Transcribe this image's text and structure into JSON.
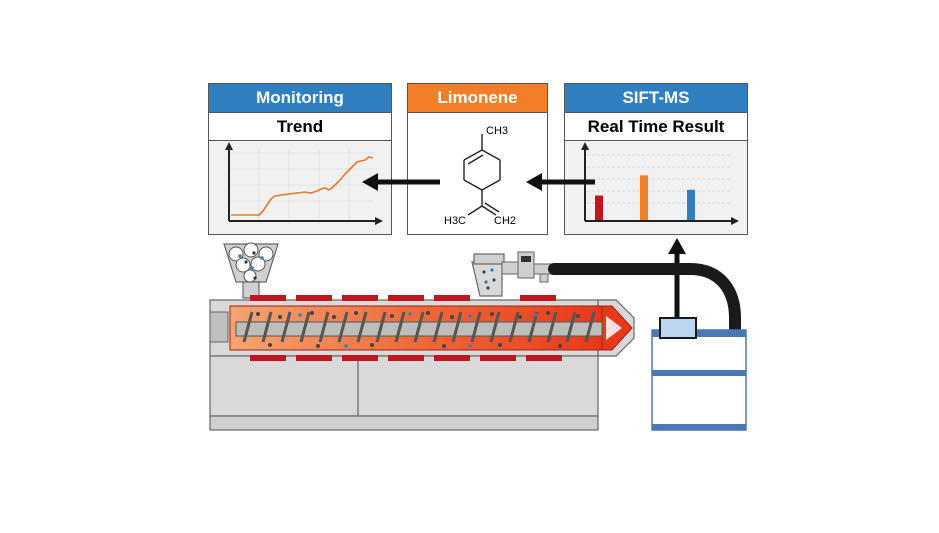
{
  "panels": {
    "monitoring": {
      "header": "Monitoring",
      "subheader": "Trend"
    },
    "limonene": {
      "header": "Limonene",
      "labels": {
        "ch3": "CH3",
        "h3c": "H3C",
        "ch2": "CH2"
      }
    },
    "siftms": {
      "header": "SIFT-MS",
      "subheader": "Real Time Result"
    }
  },
  "chart_data": {
    "type": "bar",
    "categories": [
      "",
      "",
      ""
    ],
    "values": [
      34,
      62,
      42
    ],
    "ylim": [
      0,
      100
    ],
    "colors": [
      "#c0161f",
      "#f27e2a",
      "#2f7fc1"
    ],
    "grid": true
  },
  "colors": {
    "blue_header": "#2f7fc1",
    "orange_header": "#f27e2a",
    "trend_line": "#e8772a",
    "barrel_hot": "#e8391a",
    "heater": "#c0161f",
    "machine_gray": "#d9d9d9",
    "instrument_blue": "#4a78b5"
  }
}
